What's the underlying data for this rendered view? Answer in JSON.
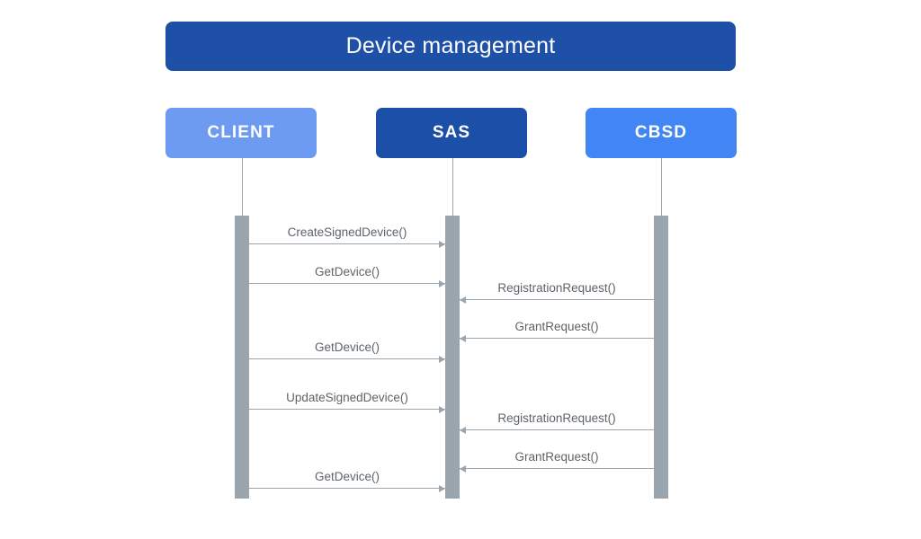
{
  "diagram": {
    "type": "sequence-diagram",
    "title": "Device management",
    "colors": {
      "title_bar": "#1e50a8",
      "client_box": "#6e9bf2",
      "sas_box": "#1c50a8",
      "cbsd_box": "#4285f4",
      "lifeline": "#9aa5ae",
      "activation_bar": "#9aa5ae",
      "message_text": "#5f6368",
      "background": "#ffffff"
    },
    "participants": [
      {
        "id": "client",
        "label": "CLIENT"
      },
      {
        "id": "sas",
        "label": "SAS"
      },
      {
        "id": "cbsd",
        "label": "CBSD"
      }
    ],
    "messages": [
      {
        "label": "CreateSignedDevice()",
        "from": "client",
        "to": "sas",
        "direction": "right"
      },
      {
        "label": "GetDevice()",
        "from": "client",
        "to": "sas",
        "direction": "right"
      },
      {
        "label": "RegistrationRequest()",
        "from": "cbsd",
        "to": "sas",
        "direction": "left"
      },
      {
        "label": "GrantRequest()",
        "from": "cbsd",
        "to": "sas",
        "direction": "left"
      },
      {
        "label": "GetDevice()",
        "from": "client",
        "to": "sas",
        "direction": "right"
      },
      {
        "label": "UpdateSignedDevice()",
        "from": "client",
        "to": "sas",
        "direction": "right"
      },
      {
        "label": "RegistrationRequest()",
        "from": "cbsd",
        "to": "sas",
        "direction": "left"
      },
      {
        "label": "GrantRequest()",
        "from": "cbsd",
        "to": "sas",
        "direction": "left"
      },
      {
        "label": "GetDevice()",
        "from": "client",
        "to": "sas",
        "direction": "right"
      }
    ]
  }
}
